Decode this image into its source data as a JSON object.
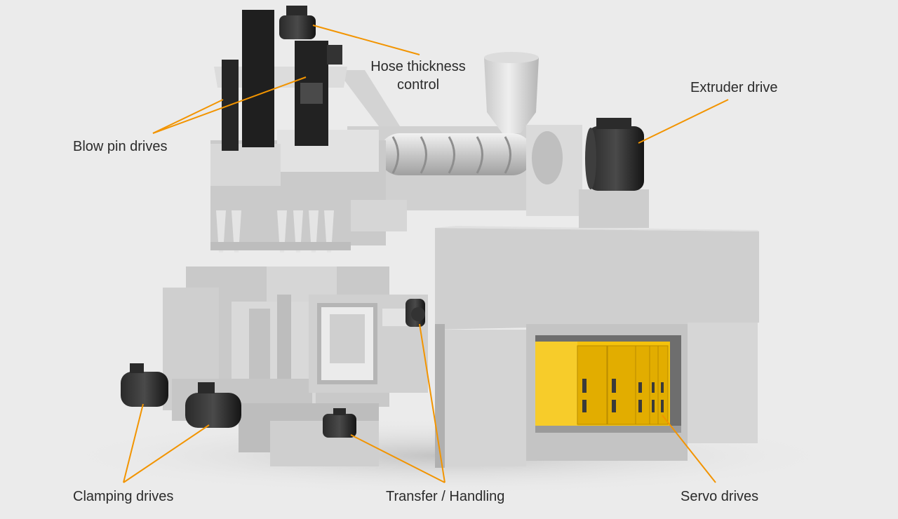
{
  "colors": {
    "background": "#ebebeb",
    "leader_line": "#f29400",
    "machine_light": "#d9d9d9",
    "machine_mid": "#c2c2c2",
    "machine_dark": "#8f8f8f",
    "motor_black": "#1c1c1c",
    "servo_yellow": "#f4c20d",
    "label_text": "#2b2b2b"
  },
  "diagram": {
    "callouts": [
      {
        "id": "hose-thickness-control",
        "lines": [
          "Hose thickness",
          "control"
        ]
      },
      {
        "id": "extruder-drive",
        "lines": [
          "Extruder drive"
        ]
      },
      {
        "id": "blow-pin-drives",
        "lines": [
          "Blow pin drives"
        ]
      },
      {
        "id": "clamping-drives",
        "lines": [
          "Clamping drives"
        ]
      },
      {
        "id": "transfer-handling",
        "lines": [
          "Transfer / Handling"
        ]
      },
      {
        "id": "servo-drives",
        "lines": [
          "Servo drives"
        ]
      }
    ]
  },
  "icons": {
    "servo-drive-cabinet": "servo-cabinet-icon",
    "motors": "motor-icon"
  }
}
